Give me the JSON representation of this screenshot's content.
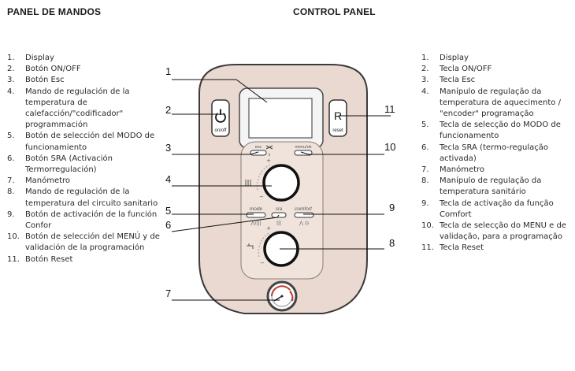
{
  "headings": {
    "left": "PANEL DE MANDOS",
    "right": "CONTROL PANEL"
  },
  "legend_es": [
    {
      "num": "1.",
      "text": "Display"
    },
    {
      "num": "2.",
      "text": "Botón ON/OFF"
    },
    {
      "num": "3.",
      "text": "Botón Esc"
    },
    {
      "num": "4.",
      "text": "Mando de regulación de la temperatura de calefacción/\"codificador\" programmación"
    },
    {
      "num": "5.",
      "text": "Botón de selección del MODO de funcionamiento"
    },
    {
      "num": "6.",
      "text": "Botón SRA (Activación Termorregulación)"
    },
    {
      "num": "7.",
      "text": "Manómetro"
    },
    {
      "num": "8.",
      "text": "Mando de regulación de la temperatura del circuito sanitario"
    },
    {
      "num": "9.",
      "text": "Botón de activación de la función Confor"
    },
    {
      "num": "10.",
      "text": "Botón de selección del MENÚ y de validación de la programación"
    },
    {
      "num": "11.",
      "text": "Botón Reset"
    }
  ],
  "legend_pt": [
    {
      "num": "1.",
      "text": "Display"
    },
    {
      "num": "2.",
      "text": "Tecla ON/OFF"
    },
    {
      "num": "3.",
      "text": "Tecla Esc"
    },
    {
      "num": "4.",
      "text": "Manípulo de regulação da temperatura de aquecimento / \"encoder\" programação"
    },
    {
      "num": "5.",
      "text": "Tecla de selecção do MODO de funcionamento"
    },
    {
      "num": "6.",
      "text": "Tecla SRA (termo-regulação activada)"
    },
    {
      "num": "7.",
      "text": "Manómetro"
    },
    {
      "num": "8.",
      "text": "Manípulo de regulação da temperatura sanitário"
    },
    {
      "num": "9.",
      "text": "Tecla de activação da função Comfort"
    },
    {
      "num": "10.",
      "text": "Tecla de selecção do MENU e de validação, para a programação"
    },
    {
      "num": "11.",
      "text": "Tecla Reset"
    }
  ],
  "callouts": {
    "c1": "1",
    "c2": "2",
    "c3": "3",
    "c4": "4",
    "c5": "5",
    "c6": "6",
    "c7": "7",
    "c8": "8",
    "c9": "9",
    "c10": "10",
    "c11": "11"
  },
  "panel": {
    "onoff_label": "on/off",
    "reset_letter": "R",
    "reset_label": "reset",
    "esc_label": "esc",
    "menu_label": "menu/ok",
    "mode_label": "mode",
    "sra_label": "sra",
    "comfort_label": "comfort",
    "plus": "+",
    "minus": "−"
  },
  "colors": {
    "panel_fill": "#ead9d1",
    "inner_fill": "#efe3dc",
    "bezel": "#3b3b3b",
    "gauge_red": "#c0392b"
  },
  "icons": {
    "power": "power-icon",
    "scissors": "scissors-icon",
    "radiator": "radiator-icon",
    "tap": "tap-icon",
    "pressure": "pressure-gauge-icon"
  }
}
